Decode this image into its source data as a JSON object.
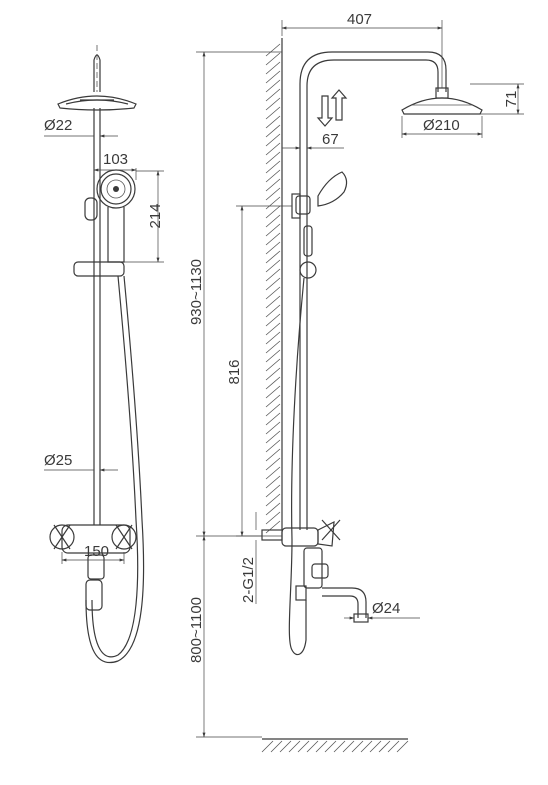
{
  "labels": {
    "d22": "Ø22",
    "w103": "103",
    "h214": "214",
    "d25": "Ø25",
    "w150": "150",
    "h930_1130": "930~1130",
    "h816": "816",
    "g12": "2-G1/2",
    "h800_1100": "800~1100",
    "w407": "407",
    "d67": "67",
    "h71": "71",
    "d210": "Ø210",
    "d24": "Ø24"
  }
}
